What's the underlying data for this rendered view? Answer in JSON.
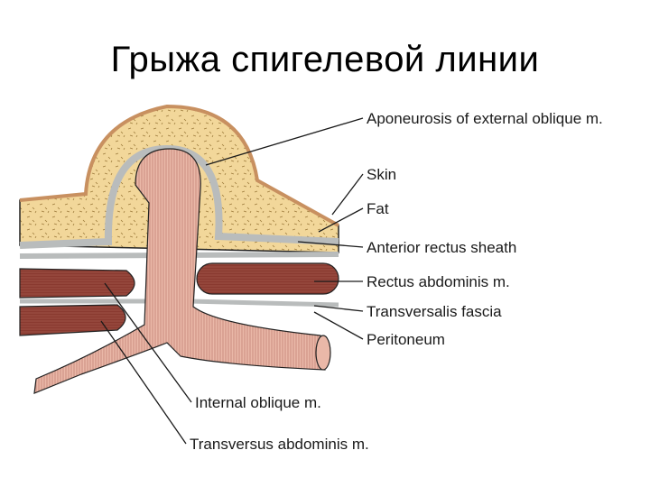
{
  "slide": {
    "title": "Грыжа спигелевой линии"
  },
  "diagram": {
    "labels": {
      "aponeurosis": "Aponeurosis of external oblique m.",
      "skin": "Skin",
      "fat": "Fat",
      "anterior_sheath": "Anterior rectus sheath",
      "rectus": "Rectus abdominis m.",
      "transversalis": "Transversalis fascia",
      "peritoneum": "Peritoneum",
      "internal_oblique": "Internal oblique m.",
      "transversus": "Transversus abdominis m."
    },
    "colors": {
      "skin": "#e7b886",
      "fat": "#f2d79a",
      "fascia": "#b9bcbc",
      "muscle": "#8a3a30",
      "peritoneum": "#e9b3a3",
      "outline": "#222222"
    }
  }
}
